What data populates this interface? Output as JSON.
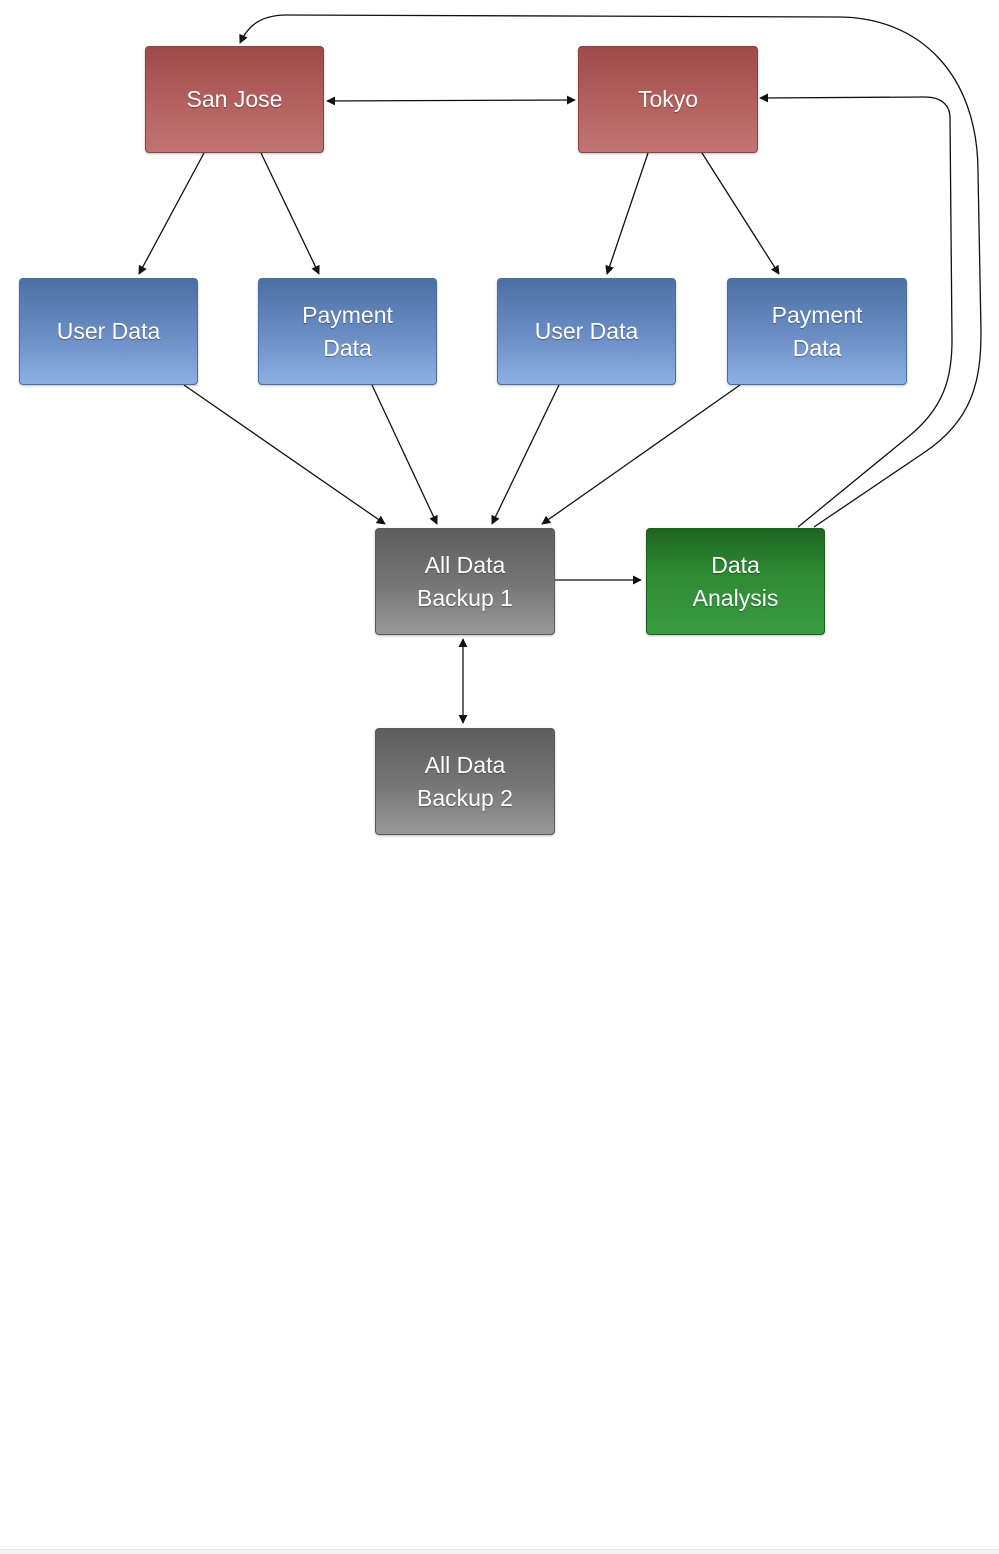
{
  "diagram": {
    "nodes": {
      "san_jose": {
        "label": "San Jose",
        "color": "#b35f5d"
      },
      "tokyo": {
        "label": "Tokyo",
        "color": "#b35f5d"
      },
      "user_data_1": {
        "label": "User Data",
        "color": "#6b8fc5"
      },
      "payment_data_1": {
        "label": "Payment Data",
        "color": "#6b8fc5"
      },
      "user_data_2": {
        "label": "User Data",
        "color": "#6b8fc5"
      },
      "payment_data_2": {
        "label": "Payment Data",
        "color": "#6b8fc5"
      },
      "backup_1": {
        "label": "All Data Backup 1",
        "color": "#777777"
      },
      "analysis": {
        "label": "Data Analysis",
        "color": "#2e8a33"
      },
      "backup_2": {
        "label": "All Data Backup 2",
        "color": "#777777"
      }
    },
    "edges": [
      {
        "from": "san_jose",
        "to": "tokyo",
        "direction": "both"
      },
      {
        "from": "san_jose",
        "to": "user_data_1",
        "direction": "forward"
      },
      {
        "from": "san_jose",
        "to": "payment_data_1",
        "direction": "forward"
      },
      {
        "from": "tokyo",
        "to": "user_data_2",
        "direction": "forward"
      },
      {
        "from": "tokyo",
        "to": "payment_data_2",
        "direction": "forward"
      },
      {
        "from": "user_data_1",
        "to": "backup_1",
        "direction": "forward"
      },
      {
        "from": "payment_data_1",
        "to": "backup_1",
        "direction": "forward"
      },
      {
        "from": "user_data_2",
        "to": "backup_1",
        "direction": "forward"
      },
      {
        "from": "payment_data_2",
        "to": "backup_1",
        "direction": "forward"
      },
      {
        "from": "backup_1",
        "to": "analysis",
        "direction": "forward"
      },
      {
        "from": "backup_1",
        "to": "backup_2",
        "direction": "both"
      },
      {
        "from": "analysis",
        "to": "tokyo",
        "direction": "forward"
      },
      {
        "from": "analysis",
        "to": "san_jose",
        "direction": "forward"
      }
    ],
    "edge_color": "#111111"
  }
}
